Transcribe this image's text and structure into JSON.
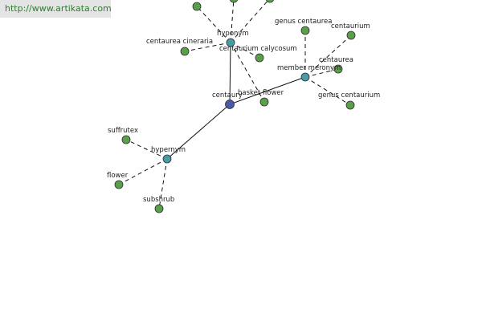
{
  "watermark": "http://www.artikata.com",
  "center": {
    "id": "centaury",
    "label": "centaury"
  },
  "relations": [
    {
      "id": "hyponym",
      "label": "hyponym"
    },
    {
      "id": "member_meronym",
      "label": "member meronym"
    },
    {
      "id": "hypernym",
      "label": "hypernym"
    }
  ],
  "leaves": [
    {
      "id": "top_a",
      "label": "",
      "relation": "hyponym"
    },
    {
      "id": "top_b",
      "label": "",
      "relation": "hyponym"
    },
    {
      "id": "top_c",
      "label": "",
      "relation": "hyponym"
    },
    {
      "id": "centaurea_cineraria",
      "label": "centaurea cineraria",
      "relation": "hyponym"
    },
    {
      "id": "centaurium_calycosum",
      "label": "centaurium calycosum",
      "relation": "hyponym"
    },
    {
      "id": "basket_flower",
      "label": "basket flower",
      "relation": "hyponym"
    },
    {
      "id": "genus_centaurea",
      "label": "genus centaurea",
      "relation": "member_meronym"
    },
    {
      "id": "centaurium",
      "label": "centaurium",
      "relation": "member_meronym"
    },
    {
      "id": "centaurea",
      "label": "centaurea",
      "relation": "member_meronym"
    },
    {
      "id": "genus_centaurium",
      "label": "genus centaurium",
      "relation": "member_meronym"
    },
    {
      "id": "suffrutex",
      "label": "suffrutex",
      "relation": "hypernym"
    },
    {
      "id": "flower",
      "label": "flower",
      "relation": "hypernym"
    },
    {
      "id": "subshrub",
      "label": "subshrub",
      "relation": "hypernym"
    }
  ]
}
